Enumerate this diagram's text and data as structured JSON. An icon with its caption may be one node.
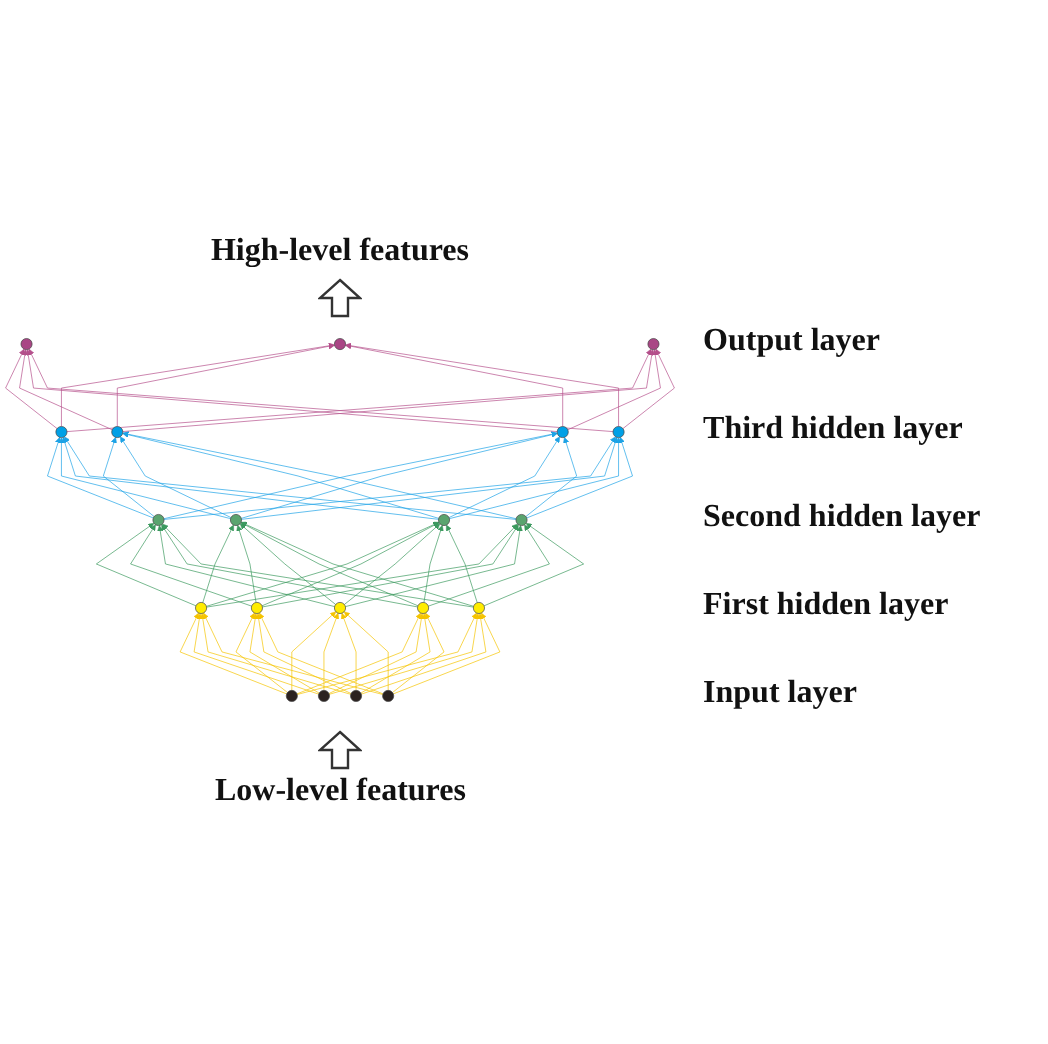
{
  "diagram": {
    "nodes": [
      {
        "text": [],
        "shape": "circle"
      },
      {
        "text": [],
        "shape": "circle"
      },
      {
        "text": [],
        "shape": "circle"
      },
      {
        "text": [],
        "shape": "circle"
      },
      {
        "text": [],
        "shape": "circle"
      },
      {
        "text": [],
        "shape": "circle"
      },
      {
        "text": [],
        "shape": "circle"
      },
      {
        "text": [],
        "shape": "circle"
      },
      {
        "text": [],
        "shape": "circle"
      },
      {
        "text": [],
        "shape": "circle"
      },
      {
        "text": [],
        "shape": "circle"
      },
      {
        "text": [],
        "shape": "circle"
      },
      {
        "text": [],
        "shape": "circle"
      },
      {
        "text": [],
        "shape": "circle"
      },
      {
        "text": [],
        "shape": "circle"
      },
      {
        "text": [],
        "shape": "circle"
      },
      {
        "text": [],
        "shape": "circle"
      },
      {
        "text": [],
        "shape": "circle"
      },
      {
        "text": [],
        "shape": "circle"
      },
      {
        "text": [],
        "shape": "circle"
      }
    ],
    "edges": [
      {
        "from": 16,
        "to": 11,
        "arrow": "to",
        "color": "#f5c400"
      },
      {
        "from": 16,
        "to": 12,
        "arrow": "to",
        "color": "#f5c400"
      },
      {
        "from": 16,
        "to": 13,
        "arrow": "to",
        "color": "#f5c400"
      },
      {
        "from": 16,
        "to": 14,
        "arrow": "to",
        "color": "#f5c400"
      },
      {
        "from": 16,
        "to": 15,
        "arrow": "to",
        "color": "#f5c400"
      },
      {
        "from": 17,
        "to": 11,
        "arrow": "to",
        "color": "#f5c400"
      },
      {
        "from": 17,
        "to": 12,
        "arrow": "to",
        "color": "#f5c400"
      },
      {
        "from": 17,
        "to": 13,
        "arrow": "to",
        "color": "#f5c400"
      },
      {
        "from": 17,
        "to": 14,
        "arrow": "to",
        "color": "#f5c400"
      },
      {
        "from": 17,
        "to": 15,
        "arrow": "to",
        "color": "#f5c400"
      },
      {
        "from": 18,
        "to": 11,
        "arrow": "to",
        "color": "#f5c400"
      },
      {
        "from": 18,
        "to": 12,
        "arrow": "to",
        "color": "#f5c400"
      },
      {
        "from": 18,
        "to": 13,
        "arrow": "to",
        "color": "#f5c400"
      },
      {
        "from": 18,
        "to": 14,
        "arrow": "to",
        "color": "#f5c400"
      },
      {
        "from": 18,
        "to": 15,
        "arrow": "to",
        "color": "#f5c400"
      },
      {
        "from": 19,
        "to": 11,
        "arrow": "to",
        "color": "#f5c400"
      },
      {
        "from": 19,
        "to": 12,
        "arrow": "to",
        "color": "#f5c400"
      },
      {
        "from": 19,
        "to": 13,
        "arrow": "to",
        "color": "#f5c400"
      },
      {
        "from": 19,
        "to": 14,
        "arrow": "to",
        "color": "#f5c400"
      },
      {
        "from": 19,
        "to": 15,
        "arrow": "to",
        "color": "#f5c400"
      },
      {
        "from": 11,
        "to": 7,
        "arrow": "to",
        "color": "#3c9a5f"
      },
      {
        "from": 11,
        "to": 8,
        "arrow": "to",
        "color": "#3c9a5f"
      },
      {
        "from": 11,
        "to": 9,
        "arrow": "to",
        "color": "#3c9a5f"
      },
      {
        "from": 11,
        "to": 10,
        "arrow": "to",
        "color": "#3c9a5f"
      },
      {
        "from": 12,
        "to": 7,
        "arrow": "to",
        "color": "#3c9a5f"
      },
      {
        "from": 12,
        "to": 8,
        "arrow": "to",
        "color": "#3c9a5f"
      },
      {
        "from": 12,
        "to": 9,
        "arrow": "to",
        "color": "#3c9a5f"
      },
      {
        "from": 12,
        "to": 10,
        "arrow": "to",
        "color": "#3c9a5f"
      },
      {
        "from": 13,
        "to": 7,
        "arrow": "to",
        "color": "#3c9a5f"
      },
      {
        "from": 13,
        "to": 8,
        "arrow": "to",
        "color": "#3c9a5f"
      },
      {
        "from": 13,
        "to": 9,
        "arrow": "to",
        "color": "#3c9a5f"
      },
      {
        "from": 13,
        "to": 10,
        "arrow": "to",
        "color": "#3c9a5f"
      },
      {
        "from": 14,
        "to": 7,
        "arrow": "to",
        "color": "#3c9a5f"
      },
      {
        "from": 14,
        "to": 8,
        "arrow": "to",
        "color": "#3c9a5f"
      },
      {
        "from": 14,
        "to": 9,
        "arrow": "to",
        "color": "#3c9a5f"
      },
      {
        "from": 14,
        "to": 10,
        "arrow": "to",
        "color": "#3c9a5f"
      },
      {
        "from": 15,
        "to": 7,
        "arrow": "to",
        "color": "#3c9a5f"
      },
      {
        "from": 15,
        "to": 8,
        "arrow": "to",
        "color": "#3c9a5f"
      },
      {
        "from": 15,
        "to": 9,
        "arrow": "to",
        "color": "#3c9a5f"
      },
      {
        "from": 15,
        "to": 10,
        "arrow": "to",
        "color": "#3c9a5f"
      },
      {
        "from": 7,
        "to": 3,
        "arrow": "to",
        "color": "#1ea3e6"
      },
      {
        "from": 7,
        "to": 4,
        "arrow": "to",
        "color": "#1ea3e6"
      },
      {
        "from": 7,
        "to": 5,
        "arrow": "to",
        "color": "#1ea3e6"
      },
      {
        "from": 7,
        "to": 6,
        "arrow": "to",
        "color": "#1ea3e6"
      },
      {
        "from": 8,
        "to": 3,
        "arrow": "to",
        "color": "#1ea3e6"
      },
      {
        "from": 8,
        "to": 4,
        "arrow": "to",
        "color": "#1ea3e6"
      },
      {
        "from": 8,
        "to": 5,
        "arrow": "to",
        "color": "#1ea3e6"
      },
      {
        "from": 8,
        "to": 6,
        "arrow": "to",
        "color": "#1ea3e6"
      },
      {
        "from": 9,
        "to": 3,
        "arrow": "to",
        "color": "#1ea3e6"
      },
      {
        "from": 9,
        "to": 4,
        "arrow": "to",
        "color": "#1ea3e6"
      },
      {
        "from": 9,
        "to": 5,
        "arrow": "to",
        "color": "#1ea3e6"
      },
      {
        "from": 9,
        "to": 6,
        "arrow": "to",
        "color": "#1ea3e6"
      },
      {
        "from": 10,
        "to": 3,
        "arrow": "to",
        "color": "#1ea3e6"
      },
      {
        "from": 10,
        "to": 4,
        "arrow": "to",
        "color": "#1ea3e6"
      },
      {
        "from": 10,
        "to": 5,
        "arrow": "to",
        "color": "#1ea3e6"
      },
      {
        "from": 10,
        "to": 6,
        "arrow": "to",
        "color": "#1ea3e6"
      },
      {
        "from": 3,
        "to": 0,
        "arrow": "to",
        "color": "#b5508c"
      },
      {
        "from": 3,
        "to": 1,
        "arrow": "to",
        "color": "#b5508c"
      },
      {
        "from": 3,
        "to": 2,
        "arrow": "to",
        "color": "#b5508c"
      },
      {
        "from": 4,
        "to": 0,
        "arrow": "to",
        "color": "#b5508c"
      },
      {
        "from": 4,
        "to": 1,
        "arrow": "to",
        "color": "#b5508c"
      },
      {
        "from": 4,
        "to": 2,
        "arrow": "to",
        "color": "#b5508c"
      },
      {
        "from": 5,
        "to": 0,
        "arrow": "to",
        "color": "#b5508c"
      },
      {
        "from": 5,
        "to": 1,
        "arrow": "to",
        "color": "#b5508c"
      },
      {
        "from": 5,
        "to": 2,
        "arrow": "to",
        "color": "#b5508c"
      },
      {
        "from": 6,
        "to": 0,
        "arrow": "to",
        "color": "#b5508c"
      },
      {
        "from": 6,
        "to": 1,
        "arrow": "to",
        "color": "#b5508c"
      },
      {
        "from": 6,
        "to": 2,
        "arrow": "to",
        "color": "#b5508c"
      }
    ],
    "labels": [
      "High-level features",
      "Output layer",
      "Third hidden layer",
      "Second hidden layer",
      "First hidden layer",
      "Input layer",
      "Low-level features"
    ]
  }
}
